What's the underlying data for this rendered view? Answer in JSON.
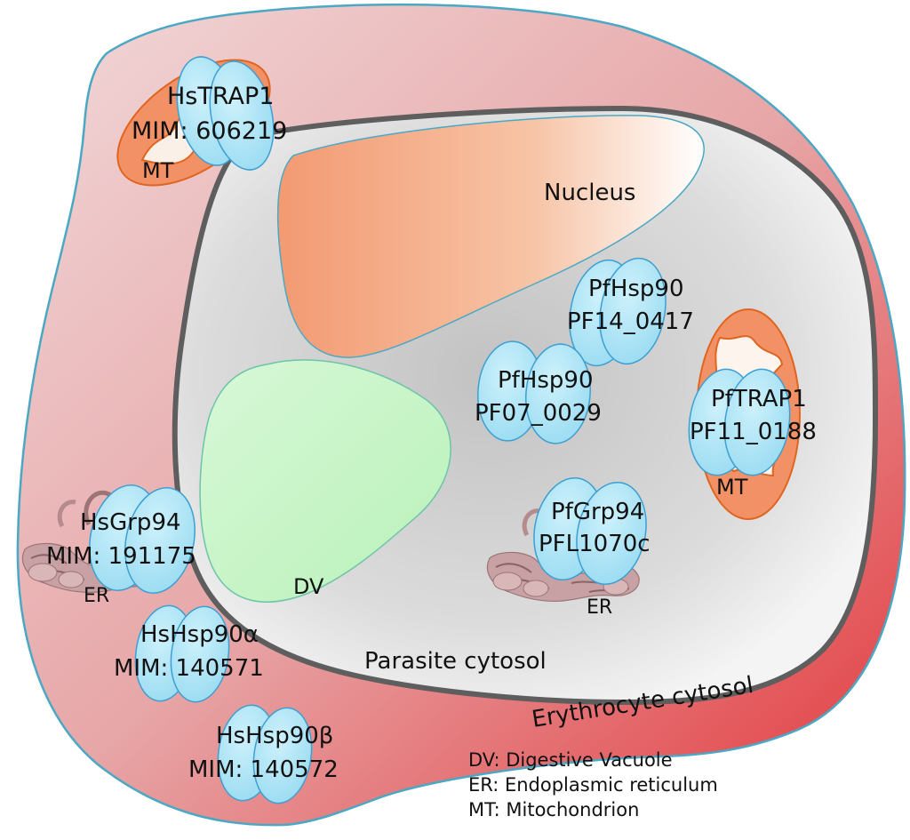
{
  "compartments": {
    "erythrocyte": "Erythrocyte cytosol",
    "parasite": "Parasite cytosol",
    "nucleus": "Nucleus",
    "dv": "DV",
    "er_host": "ER",
    "er_parasite": "ER",
    "mt_host": "MT",
    "mt_parasite": "MT"
  },
  "proteins": {
    "hstrap1": {
      "name": "HsTRAP1",
      "id": "MIM: 606219"
    },
    "hsgrp94": {
      "name": "HsGrp94",
      "id": "MIM: 191175"
    },
    "hshsp90a": {
      "name": "HsHsp90α",
      "id": "MIM: 140571"
    },
    "hshsp90b": {
      "name": "HsHsp90β",
      "id": "MIM: 140572"
    },
    "pfhsp90_a": {
      "name": "PfHsp90",
      "id": "PF14_0417"
    },
    "pfhsp90_b": {
      "name": "PfHsp90",
      "id": "PF07_0029"
    },
    "pftrap1": {
      "name": "PfTRAP1",
      "id": "PF11_0188"
    },
    "pfgrp94": {
      "name": "PfGrp94",
      "id": "PFL1070c"
    }
  },
  "legend": [
    "DV: Digestive Vacuole",
    "ER: Endoplasmic reticulum",
    "MT: Mitochondrion"
  ],
  "colors": {
    "erythrocyte_fill": "#e2565a",
    "erythrocyte_border": "#4aa8c4",
    "parasite_fill": "#d6d6d6",
    "parasite_border": "#5e5e5e",
    "nucleus_fill": "#f4a47e",
    "dv_fill": "#c6f5c6",
    "mito_fill": "#f29066",
    "protein_fill": "#a9e3f5",
    "protein_border": "#3d9fd2",
    "er_fill": "#c9a3a5"
  }
}
